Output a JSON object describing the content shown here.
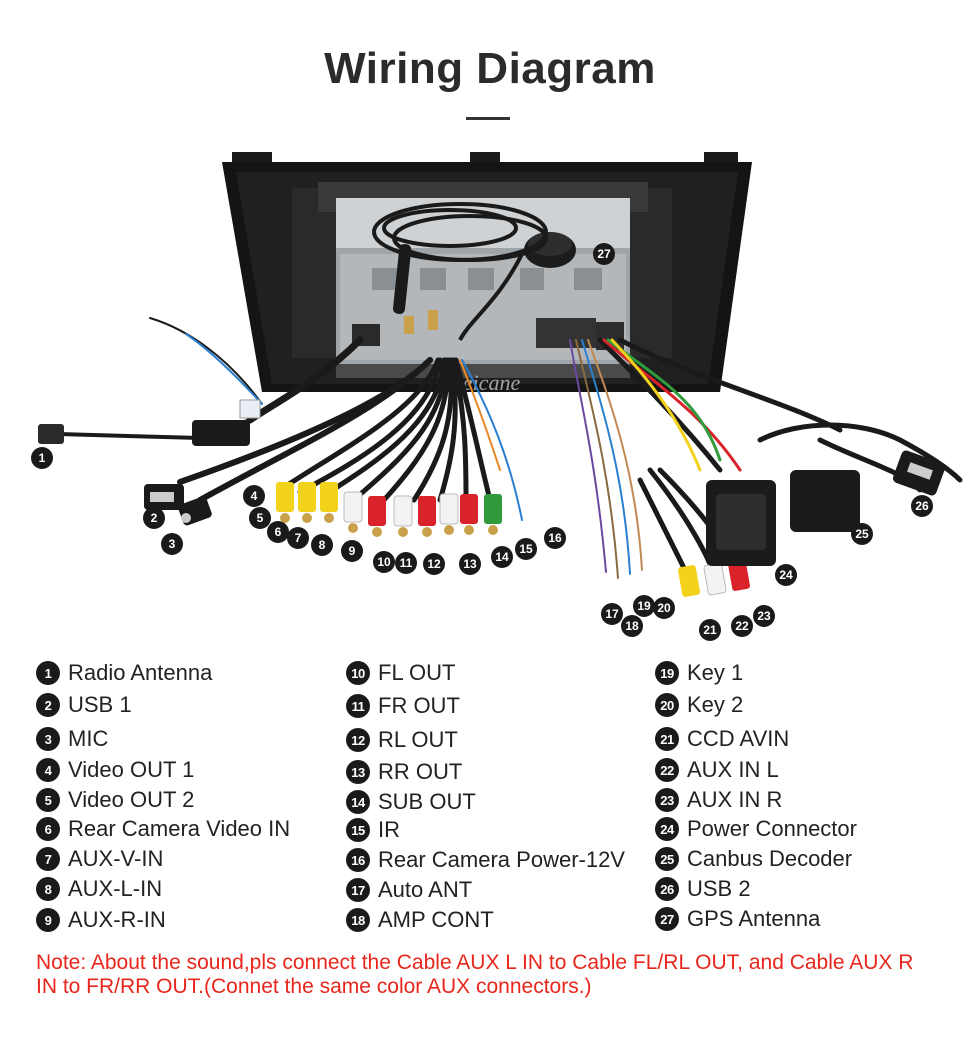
{
  "title": "Wiring Diagram",
  "watermark": "Seicane",
  "legend": {
    "col1": [
      {
        "n": "1",
        "label": "Radio Antenna"
      },
      {
        "n": "2",
        "label": "USB 1"
      },
      {
        "n": "3",
        "label": "MIC"
      },
      {
        "n": "4",
        "label": "Video OUT 1"
      },
      {
        "n": "5",
        "label": "Video OUT 2"
      },
      {
        "n": "6",
        "label": "Rear Camera Video IN"
      },
      {
        "n": "7",
        "label": "AUX-V-IN"
      },
      {
        "n": "8",
        "label": "AUX-L-IN"
      },
      {
        "n": "9",
        "label": "AUX-R-IN"
      }
    ],
    "col2": [
      {
        "n": "10",
        "label": "FL OUT"
      },
      {
        "n": "11",
        "label": "FR OUT"
      },
      {
        "n": "12",
        "label": "RL OUT"
      },
      {
        "n": "13",
        "label": "RR OUT"
      },
      {
        "n": "14",
        "label": "SUB OUT"
      },
      {
        "n": "15",
        "label": "IR"
      },
      {
        "n": "16",
        "label": "Rear Camera Power-12V"
      },
      {
        "n": "17",
        "label": "Auto ANT"
      },
      {
        "n": "18",
        "label": "AMP CONT"
      }
    ],
    "col3": [
      {
        "n": "19",
        "label": "Key 1"
      },
      {
        "n": "20",
        "label": "Key 2"
      },
      {
        "n": "21",
        "label": "CCD AVIN"
      },
      {
        "n": "22",
        "label": "AUX IN L"
      },
      {
        "n": "23",
        "label": "AUX IN R"
      },
      {
        "n": "24",
        "label": "Power Connector"
      },
      {
        "n": "25",
        "label": "Canbus Decoder"
      },
      {
        "n": "26",
        "label": "USB 2"
      },
      {
        "n": "27",
        "label": "GPS Antenna"
      }
    ]
  },
  "callouts": [
    "1",
    "2",
    "3",
    "4",
    "5",
    "6",
    "7",
    "8",
    "9",
    "10",
    "11",
    "12",
    "13",
    "14",
    "15",
    "16",
    "17",
    "18",
    "19",
    "20",
    "21",
    "22",
    "23",
    "24",
    "25",
    "26",
    "27"
  ],
  "note": "Note: About the sound,pls connect the Cable AUX L IN to Cable FL/RL OUT, and Cable AUX R IN to FR/RR OUT.(Connet the same color AUX connectors.)",
  "colors": {
    "note": "#e8261c",
    "badge": "#1a1a1a",
    "rca_yellow": "#f2d21b",
    "rca_white": "#f3f3f3",
    "rca_red": "#d9222a",
    "rca_green": "#2f9b3c"
  }
}
